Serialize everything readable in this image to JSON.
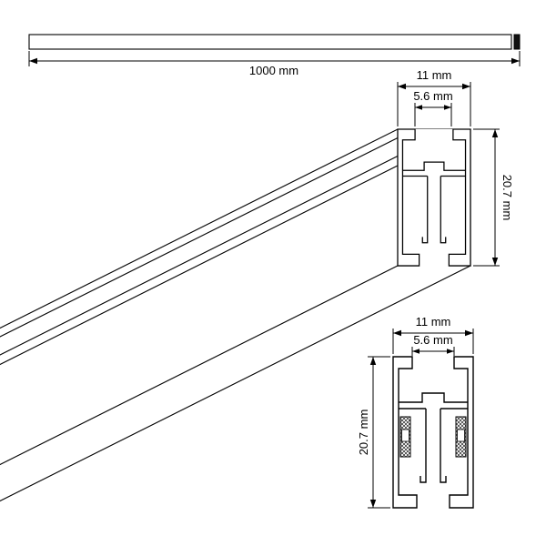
{
  "page": {
    "background": "#ffffff",
    "line_color": "#000000",
    "text_color": "#000000",
    "hatch_color": "#000000"
  },
  "views": {
    "side": {
      "dim_length": "1000 mm"
    },
    "iso": {
      "dim_width": "11 mm",
      "dim_slot": "5.6 mm",
      "dim_height": "20.7 mm"
    },
    "section": {
      "dim_width": "11 mm",
      "dim_slot": "5.6 mm",
      "dim_height": "20.7 mm"
    }
  }
}
